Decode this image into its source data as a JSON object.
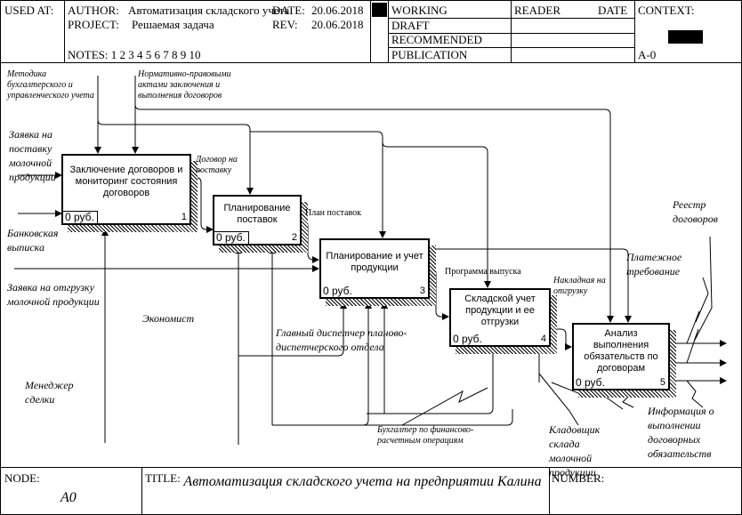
{
  "header": {
    "used_at": "USED AT:",
    "author_label": "AUTHOR:",
    "author": "Автоматизация складского учета",
    "project_label": "PROJECT:",
    "project": "Решаемая задача",
    "date_label": "DATE:",
    "date": "20.06.2018",
    "rev_label": "REV:",
    "rev": "20.06.2018",
    "notes": "NOTES:  1  2  3  4  5  6  7  8  9  10",
    "status": [
      "WORKING",
      "DRAFT",
      "RECOMMENDED",
      "PUBLICATION"
    ],
    "reader": "READER",
    "date2": "DATE",
    "context": "CONTEXT:",
    "context_node": "A-0"
  },
  "boxes": [
    {
      "title": "Заключение договоров и мониторинг состояния договоров",
      "cost": "0 руб.",
      "num": "1"
    },
    {
      "title": "Планирование поставок",
      "cost": "0 руб.",
      "num": "2"
    },
    {
      "title": "Планирование и учет продукции",
      "cost": "0 руб.",
      "num": "3"
    },
    {
      "title": "Складской учет продукции и ее отгрузки",
      "cost": "0 руб.",
      "num": "4"
    },
    {
      "title": "Анализ выполнения обязательств по договорам",
      "cost": "0 руб.",
      "num": "5"
    }
  ],
  "labels": {
    "method": "Методика бухгалтерского и управленческого учета",
    "norm": "Нормативно-правовыми актами заключения и выполнения договоров",
    "zayavka_post": "Заявка на поставку молочной продукции",
    "bank": "Банковская выписка",
    "zayavka_otgr": "Заявка на отгрузку молочной продукции",
    "economist": "Экономист",
    "manager": "Менеджер сделки",
    "dogovor": "Договор на поставку",
    "plan_post": "План поставок",
    "programma": "Программа выпуска",
    "nakladnaya": "Накладная на отгрузку",
    "glavny": "Главный диспетчер планово-диспетчерского отдела",
    "buhgalter": "Бухгалтер по финансово-расчетным операциям",
    "kladovshik": "Кладовщик склада молочной продукции",
    "reestr": "Реестр договоров",
    "platezh": "Платежное требование",
    "informacia": "Информация о выполнении договорных обязательств"
  },
  "footer": {
    "node_label": "NODE:",
    "node": "A0",
    "title_label": "TITLE:",
    "title": "Автоматизация  складского учета  на предприятии Калина",
    "number_label": "NUMBER:"
  }
}
